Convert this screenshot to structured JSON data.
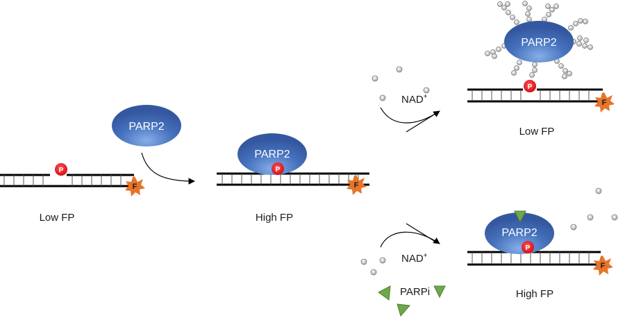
{
  "protein": {
    "label": "PARP2"
  },
  "phosphate_symbol": "P",
  "fluorophore_symbol": "F",
  "cofactor_label": "NAD",
  "cofactor_charge": "+",
  "inhibitor_label": "PARPi",
  "states": {
    "unbound": "Low FP",
    "bound": "High FP",
    "parylated": "Low FP",
    "inhibited": "High FP"
  },
  "colors": {
    "protein": "#3f68b3",
    "phosphate": "#e8131b",
    "fluorophore": "#e6742a",
    "inhibitor": "#6ea84a",
    "nad_dot": "#c8c8c8",
    "dna": "#000000"
  }
}
